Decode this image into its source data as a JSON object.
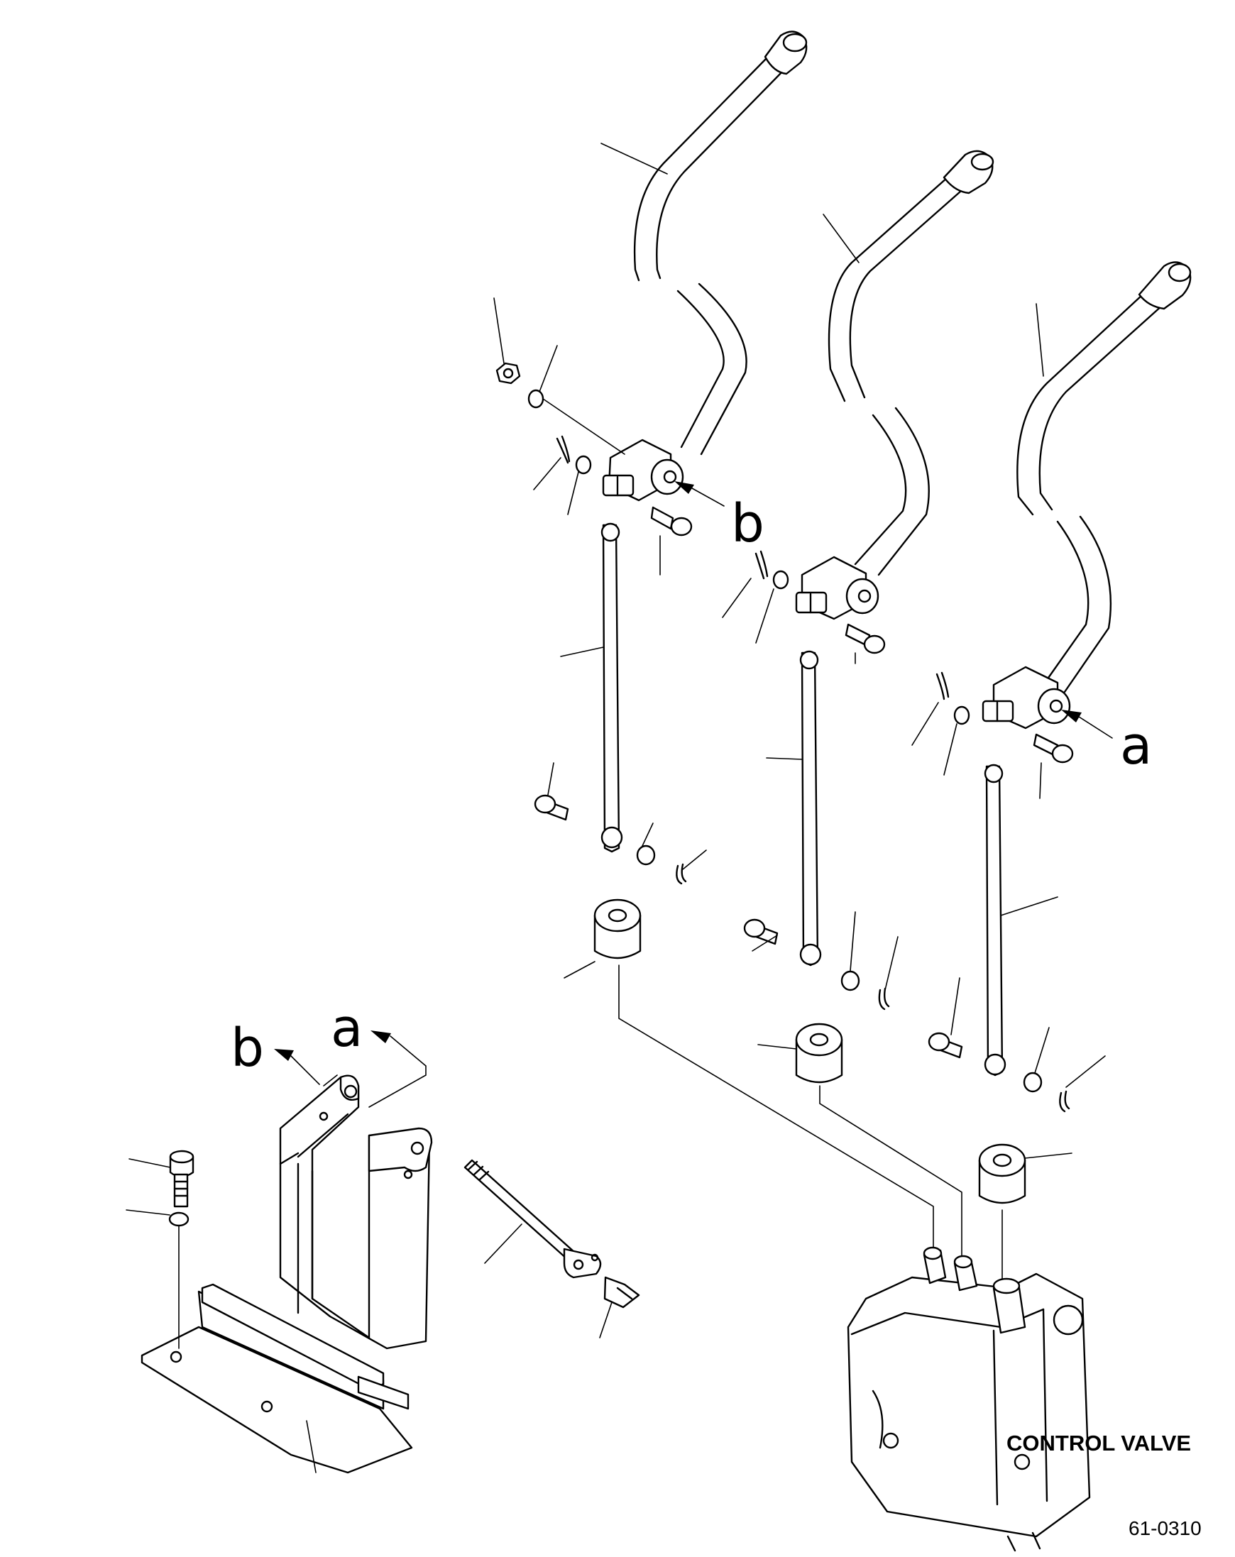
{
  "labels": {
    "control_valve": "CONTROL VALVE",
    "figure_number": "61-0310"
  },
  "callouts": {
    "a": "a",
    "b": "b"
  }
}
